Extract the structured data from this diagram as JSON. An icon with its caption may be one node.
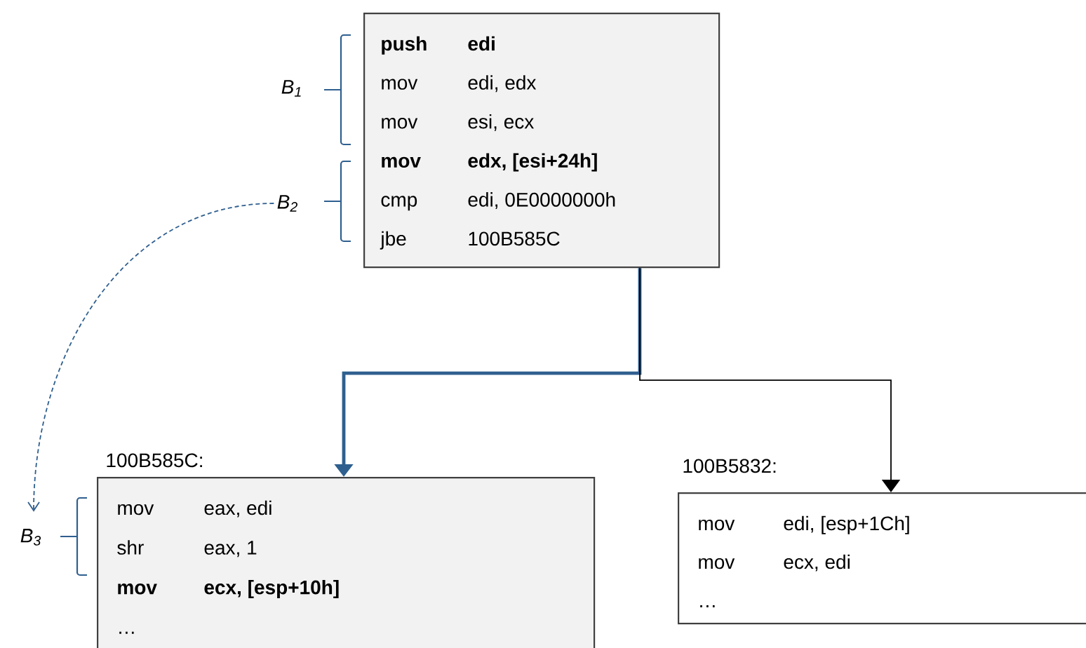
{
  "diagram": {
    "nodes": [
      {
        "text": [
          "push edi",
          "mov edi, edx",
          "mov esi, ecx",
          "mov edx, [esi+24h]",
          "cmp edi, 0E0000000h",
          "jbe 100B585C"
        ]
      },
      {
        "text": [
          "mov eax, edi",
          "shr eax, 1",
          "mov ecx, [esp+10h]",
          "…"
        ],
        "beside": [
          "100B585C:"
        ]
      },
      {
        "text": [
          "mov edi, [esp+1Ch]",
          "mov ecx, edi",
          "…"
        ],
        "beside": [
          "100B5832:"
        ]
      },
      {
        "text": [
          "B$_{2}$"
        ]
      },
      {
        "text": [
          "B$_{3}$"
        ]
      }
    ],
    "edges": [
      {
        "from": 0,
        "to": 1,
        "arrow": "to",
        "style": "thick"
      },
      {
        "from": 0,
        "to": 2,
        "arrow": "to",
        "color": "#000000"
      },
      {
        "from": 3,
        "to": 4,
        "arrow": "to",
        "style": "dashed"
      }
    ],
    "labels": [
      "B$_{1}$"
    ]
  }
}
